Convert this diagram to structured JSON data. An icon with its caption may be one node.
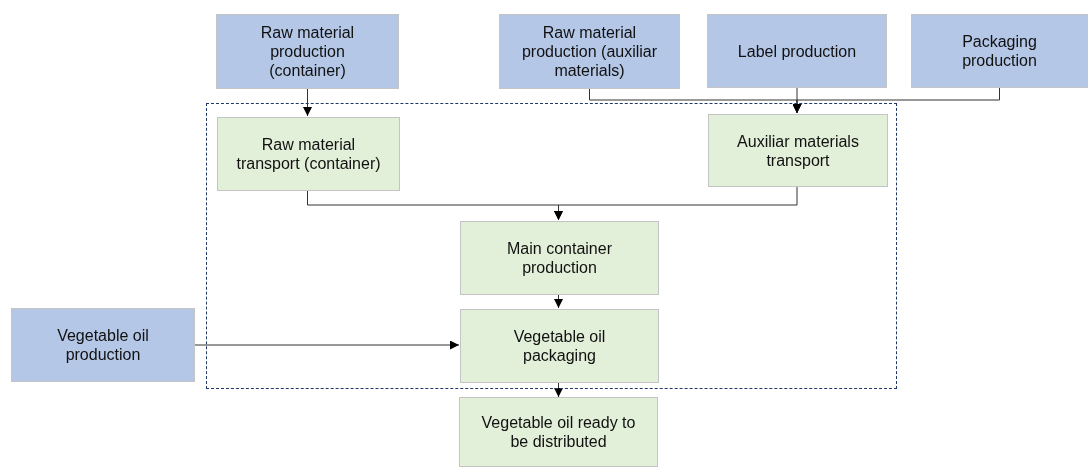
{
  "diagram": {
    "nodes": [
      {
        "text": [
          "Raw material production (container)"
        ]
      },
      {
        "text": [
          "Raw material production (auxiliar materials)"
        ]
      },
      {
        "text": [
          "Label production"
        ]
      },
      {
        "text": [
          "Packaging production"
        ]
      },
      {
        "text": [],
        "shape": "box"
      },
      {
        "text": [
          "Raw material transport (container)"
        ],
        "in": 4
      },
      {
        "text": [
          "Auxiliar materials transport"
        ],
        "in": 4
      },
      {
        "text": [
          "Main container production"
        ],
        "in": 4
      },
      {
        "text": [
          "Vegetable oil production"
        ]
      },
      {
        "text": [
          "Vegetable oil packaging"
        ],
        "in": 4
      },
      {
        "text": [
          "Vegetable oil ready to be distributed"
        ]
      }
    ],
    "edges": [
      {
        "from": 0,
        "to": 5,
        "arrow": "to"
      },
      {
        "from": 1,
        "to": 6,
        "arrow": "to"
      },
      {
        "from": 2,
        "to": 6,
        "arrow": "to"
      },
      {
        "from": 3,
        "to": 6,
        "arrow": "to"
      },
      {
        "from": 5,
        "to": 7,
        "arrow": "to"
      },
      {
        "from": 6,
        "to": 7,
        "arrow": "to"
      },
      {
        "from": 7,
        "to": 9,
        "arrow": "to"
      },
      {
        "from": 8,
        "to": 9,
        "arrow": "to"
      },
      {
        "from": 9,
        "to": 10,
        "arrow": "to"
      }
    ]
  }
}
